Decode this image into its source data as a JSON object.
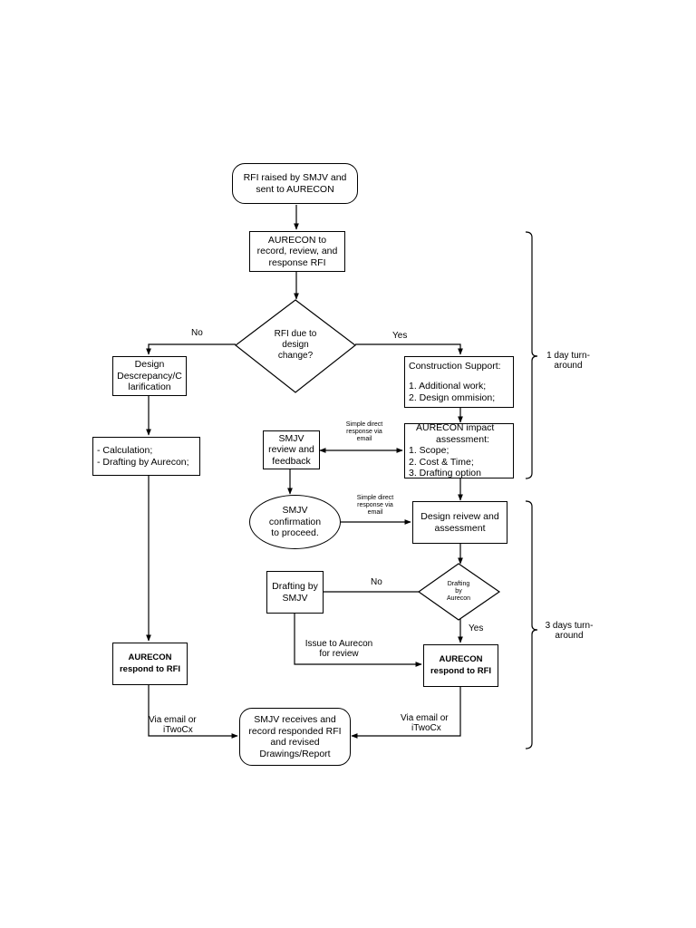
{
  "nodes": {
    "start": [
      "RFI raised by SMJV and",
      "sent to AURECON"
    ],
    "aurecon_record": [
      "AURECON to",
      "record, review, and",
      "response RFI"
    ],
    "decision_design_change": [
      "RFI due to",
      "design",
      "change?"
    ],
    "design_discrepancy": [
      "Design",
      "Descrepancy/C",
      "larification"
    ],
    "construction_support": {
      "title": "Construction Support:",
      "items": [
        "1. Additional work;",
        "2. Design ommision;"
      ]
    },
    "calculation": [
      "- Calculation;",
      "- Drafting by Aurecon;"
    ],
    "smjv_review": [
      "SMJV",
      "review and",
      "feedback"
    ],
    "impact_assessment": {
      "title": [
        "AURECON impact",
        "assessment:"
      ],
      "items": [
        "1. Scope;",
        "2. Cost & Time;",
        "3. Drafting option"
      ]
    },
    "smjv_confirmation": [
      "SMJV",
      "confirmation",
      "to proceed."
    ],
    "design_review": [
      "Design reivew and",
      "assessment"
    ],
    "drafting_by_smjv": [
      "Drafting by",
      "SMJV"
    ],
    "decision_drafting": [
      "Drafting",
      "by",
      "Aurecon"
    ],
    "aurecon_respond_left": [
      "AURECON",
      "respond to RFI"
    ],
    "aurecon_respond_right": [
      "AURECON",
      "respond to RFI"
    ],
    "smjv_receives": [
      "SMJV receives and",
      "record responded RFI",
      "and revised",
      "Drawings/Report"
    ]
  },
  "edge_labels": {
    "no_left": "No",
    "yes_right": "Yes",
    "simple_direct_1": [
      "Simple direct",
      "response via",
      "email"
    ],
    "simple_direct_2": [
      "Simple direct",
      "response via",
      "email"
    ],
    "no_drafting": "No",
    "yes_drafting": "Yes",
    "issue_to_aurecon": [
      "Issue to Aurecon",
      "for review"
    ],
    "via_email_left": [
      "Via email or",
      "iTwoCx"
    ],
    "via_email_right": [
      "Via email or",
      "iTwoCx"
    ]
  },
  "brackets": {
    "one_day": [
      "1 day turn-",
      "around"
    ],
    "three_days": [
      "3 days turn-",
      "around"
    ]
  }
}
